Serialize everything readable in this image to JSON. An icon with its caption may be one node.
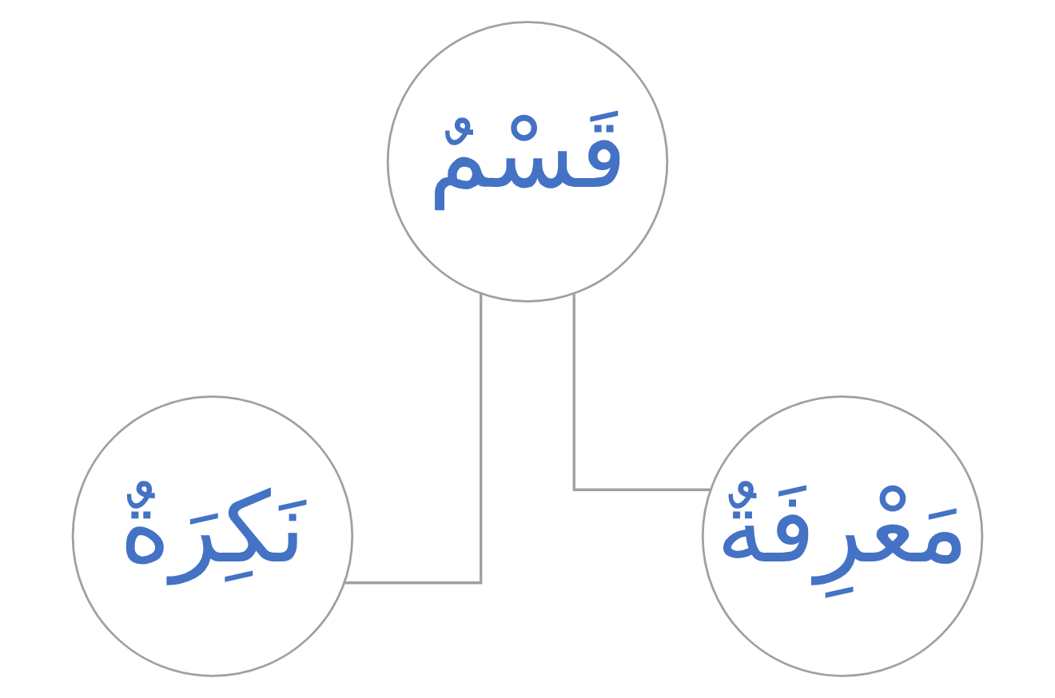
{
  "diagram": {
    "nodes": [
      {
        "text": [
          "قَسْمٌ"
        ]
      },
      {
        "text": [
          "نَكِرَةٌ"
        ]
      },
      {
        "text": [
          "مَعْرِفَةٌ"
        ]
      }
    ],
    "edges": [
      {
        "from": 0,
        "to": 1,
        "arrow": "none"
      },
      {
        "from": 0,
        "to": 2,
        "arrow": "none"
      }
    ]
  }
}
